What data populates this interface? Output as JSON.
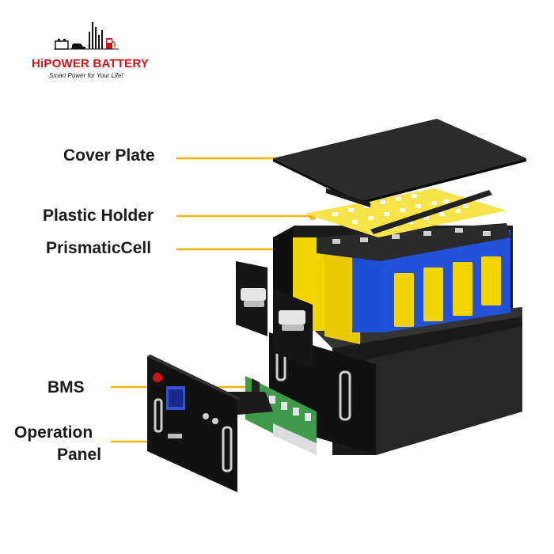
{
  "brand": {
    "name": "HiPOWER BATTERY",
    "tagline": "Smart Power for Your Life!",
    "colors": {
      "red": "#d0141b",
      "dark": "#1b1b1b"
    }
  },
  "labels": {
    "cover_plate": "Cover Plate",
    "plastic_holder": "Plastic Holder",
    "prismatic_cell": "PrismaticCell",
    "bms": "BMS",
    "operation_panel_line1": "Operation",
    "operation_panel_line2": "Panel"
  },
  "colors": {
    "callout_line": "#f5b400",
    "cell_yellow": "#f2d400",
    "cell_blue": "#1f4fd6",
    "holder_yellow": "#f7e34a",
    "case_black": "#141414",
    "pcb_green": "#3f9a4a"
  }
}
